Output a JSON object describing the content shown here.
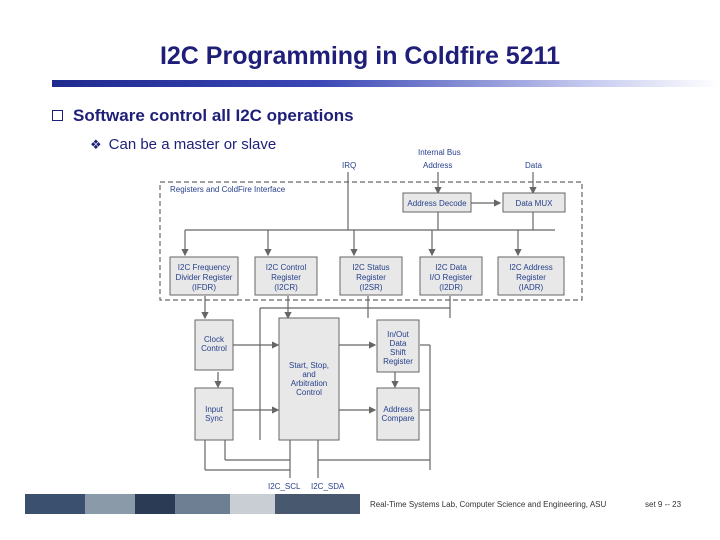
{
  "slide": {
    "title": "I2C Programming in Coldfire 5211",
    "bullet_1": "Software control all I2C operations",
    "bullet_2": "Can be a master or slave"
  },
  "diagram": {
    "bus_label": "Internal Bus",
    "irq": "IRQ",
    "address": "Address",
    "data": "Data",
    "interface_label": "Registers and ColdFire Interface",
    "address_decode": "Address Decode",
    "data_mux": "Data MUX",
    "registers": [
      {
        "lines": [
          "I2C Frequency",
          "Divider Register",
          "(IFDR)"
        ]
      },
      {
        "lines": [
          "I2C Control",
          "Register",
          "(I2CR)"
        ]
      },
      {
        "lines": [
          "I2C Status",
          "Register",
          "(I2SR)"
        ]
      },
      {
        "lines": [
          "I2C Data",
          "I/O Register",
          "(I2DR)"
        ]
      },
      {
        "lines": [
          "I2C Address",
          "Register",
          "(IADR)"
        ]
      }
    ],
    "clock_control": [
      "Clock",
      "Control"
    ],
    "input_sync": [
      "Input",
      "Sync"
    ],
    "center_block": [
      "Start, Stop,",
      "and",
      "Arbitration",
      "Control"
    ],
    "shift_register": [
      "In/Out",
      "Data",
      "Shift",
      "Register"
    ],
    "address_compare": [
      "Address",
      "Compare"
    ],
    "scl": "I2C_SCL",
    "sda": "I2C_SDA"
  },
  "footer": {
    "lab": "Real-Time Systems Lab, Computer Science and Engineering, ASU",
    "page": "set 9 -- 23"
  }
}
